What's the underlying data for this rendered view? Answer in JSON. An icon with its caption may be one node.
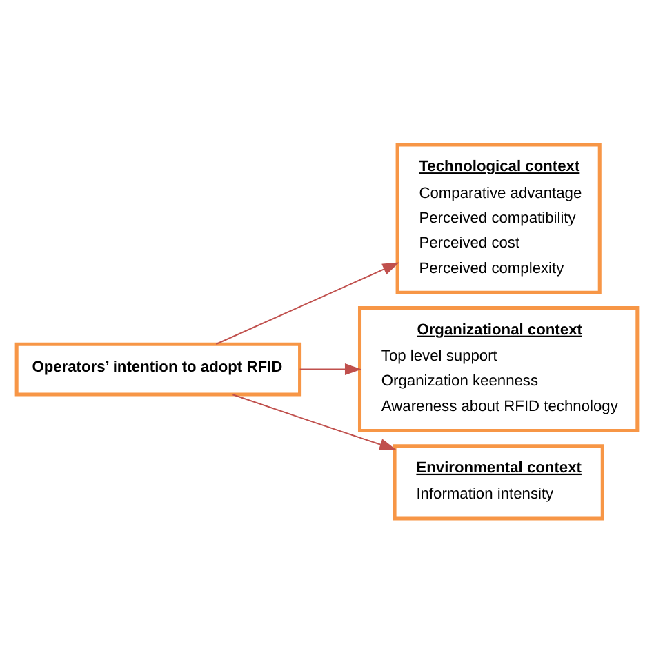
{
  "diagram": {
    "nodes": [
      {
        "text": [
          "Operators’ intention to adopt RFID"
        ]
      },
      {
        "text": [
          "Technological context",
          "Comparative advantage",
          "Perceived compatibility",
          "Perceived cost",
          "Perceived complexity"
        ]
      },
      {
        "text": [
          "Organizational context",
          "Top level support",
          "Organization keenness",
          "Awareness about RFID technology"
        ]
      },
      {
        "text": [
          "Environmental context",
          "Information intensity"
        ]
      }
    ],
    "edges": [
      {
        "from": 0,
        "to": 1,
        "arrow": "to"
      },
      {
        "from": 0,
        "to": 2,
        "arrow": "to"
      },
      {
        "from": 0,
        "to": 3,
        "arrow": "to"
      }
    ]
  }
}
